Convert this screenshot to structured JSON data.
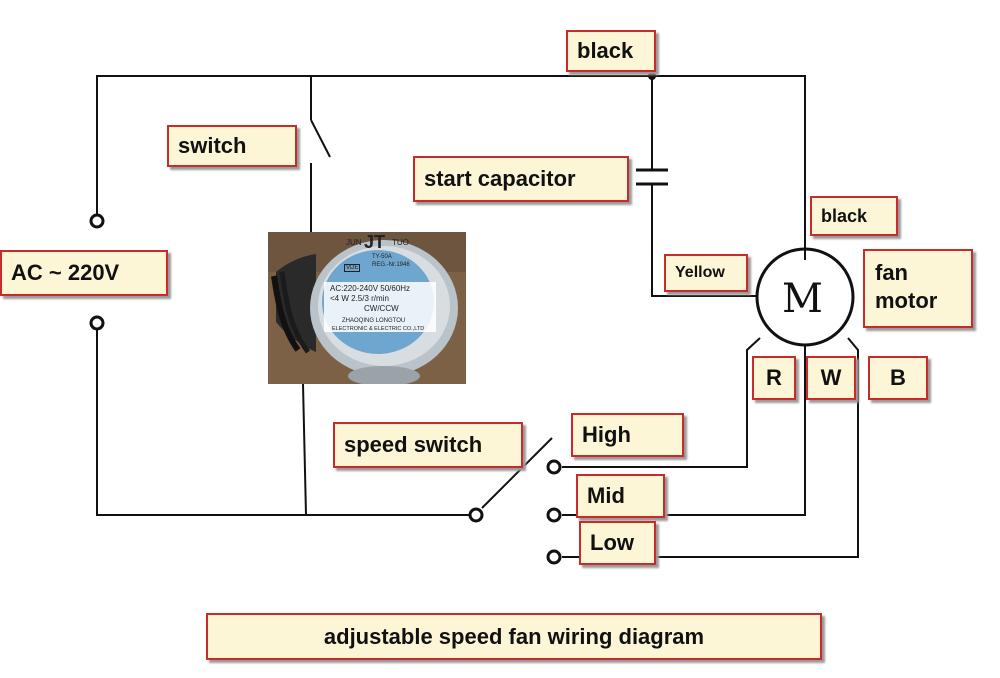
{
  "labels": {
    "black_top": "black",
    "switch": "switch",
    "start_capacitor": "start capacitor",
    "black_right": "black",
    "yellow": "Yellow",
    "fan_motor_line1": "fan",
    "fan_motor_line2": "motor",
    "ac": "AC ~ 220V",
    "r": "R",
    "w": "W",
    "b": "B",
    "speed_switch": "speed switch",
    "high": "High",
    "mid": "Mid",
    "low": "Low",
    "title": "adjustable speed fan wiring diagram"
  },
  "motor_symbol": "M",
  "photo": {
    "brand_top": "JUN",
    "brand_logo": "JT",
    "brand_tail": "TUO",
    "model": "TY-50A",
    "reg": "REG.-Nr.1946",
    "vde": "VDE",
    "spec1": "AC:220-240V  50/60Hz",
    "spec2": "<4 W  2.5/3  r/min",
    "spec3": "CW/CCW",
    "maker1": "ZHAOQING LONGTOU",
    "maker2": "ELECTRONIC & ELECTRIC CO.,LTD"
  },
  "colors": {
    "label_border": "#c92b2b",
    "label_fill": "#fdf6d6",
    "wire": "#111111"
  }
}
